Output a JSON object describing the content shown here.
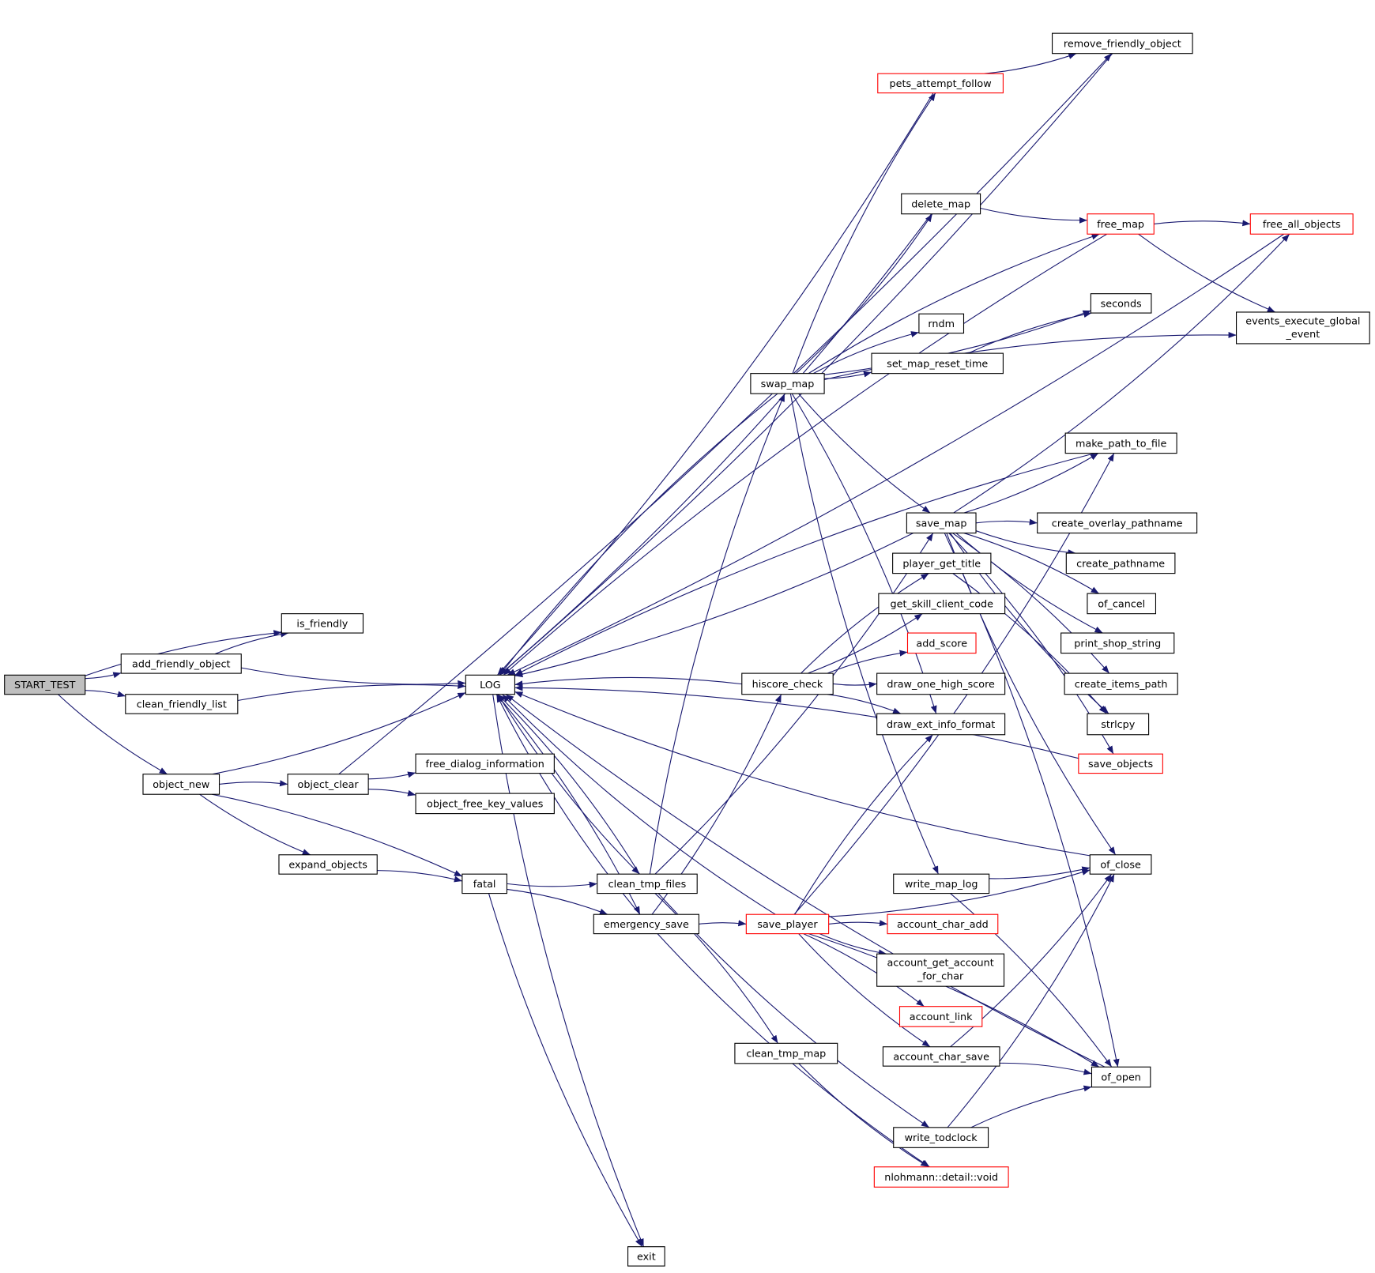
{
  "title": "START_TEST call graph",
  "colors": {
    "edge": "#191970",
    "root_fill": "#bfbfbf",
    "node_border": "#000000",
    "truncated_border": "#ff0000"
  },
  "nodes": [
    {
      "id": "START_TEST",
      "label": "START_TEST",
      "style": "root"
    },
    {
      "id": "is_friendly",
      "label": "is_friendly"
    },
    {
      "id": "add_friendly_object",
      "label": "add_friendly_object"
    },
    {
      "id": "clean_friendly_list",
      "label": "clean_friendly_list"
    },
    {
      "id": "LOG",
      "label": "LOG"
    },
    {
      "id": "object_new",
      "label": "object_new"
    },
    {
      "id": "object_clear",
      "label": "object_clear"
    },
    {
      "id": "free_dialog_information",
      "label": "free_dialog_information"
    },
    {
      "id": "object_free_key_values",
      "label": "object_free_key_values"
    },
    {
      "id": "expand_objects",
      "label": "expand_objects"
    },
    {
      "id": "fatal",
      "label": "fatal"
    },
    {
      "id": "clean_tmp_files",
      "label": "clean_tmp_files"
    },
    {
      "id": "emergency_save",
      "label": "emergency_save"
    },
    {
      "id": "exit",
      "label": "exit"
    },
    {
      "id": "remove_friendly_object",
      "label": "remove_friendly_object"
    },
    {
      "id": "pets_attempt_follow",
      "label": "pets_attempt_follow",
      "style": "red"
    },
    {
      "id": "delete_map",
      "label": "delete_map"
    },
    {
      "id": "free_map",
      "label": "free_map",
      "style": "red"
    },
    {
      "id": "free_all_objects",
      "label": "free_all_objects",
      "style": "red"
    },
    {
      "id": "seconds",
      "label": "seconds"
    },
    {
      "id": "rndm",
      "label": "rndm"
    },
    {
      "id": "events_execute_global_event",
      "label": "events_execute_global",
      "label2": "_event"
    },
    {
      "id": "set_map_reset_time",
      "label": "set_map_reset_time"
    },
    {
      "id": "swap_map",
      "label": "swap_map"
    },
    {
      "id": "make_path_to_file",
      "label": "make_path_to_file"
    },
    {
      "id": "save_map",
      "label": "save_map"
    },
    {
      "id": "create_overlay_pathname",
      "label": "create_overlay_pathname"
    },
    {
      "id": "create_pathname",
      "label": "create_pathname"
    },
    {
      "id": "player_get_title",
      "label": "player_get_title"
    },
    {
      "id": "of_cancel",
      "label": "of_cancel"
    },
    {
      "id": "get_skill_client_code",
      "label": "get_skill_client_code"
    },
    {
      "id": "add_score",
      "label": "add_score",
      "style": "red"
    },
    {
      "id": "print_shop_string",
      "label": "print_shop_string"
    },
    {
      "id": "hiscore_check",
      "label": "hiscore_check"
    },
    {
      "id": "draw_one_high_score",
      "label": "draw_one_high_score"
    },
    {
      "id": "create_items_path",
      "label": "create_items_path"
    },
    {
      "id": "draw_ext_info_format",
      "label": "draw_ext_info_format"
    },
    {
      "id": "strlcpy",
      "label": "strlcpy"
    },
    {
      "id": "save_objects",
      "label": "save_objects",
      "style": "red"
    },
    {
      "id": "of_close",
      "label": "of_close"
    },
    {
      "id": "write_map_log",
      "label": "write_map_log"
    },
    {
      "id": "save_player",
      "label": "save_player",
      "style": "red"
    },
    {
      "id": "account_char_add",
      "label": "account_char_add",
      "style": "red"
    },
    {
      "id": "account_get_account_for_char",
      "label": "account_get_account",
      "label2": "_for_char"
    },
    {
      "id": "account_link",
      "label": "account_link",
      "style": "red"
    },
    {
      "id": "account_char_save",
      "label": "account_char_save"
    },
    {
      "id": "of_open",
      "label": "of_open"
    },
    {
      "id": "clean_tmp_map",
      "label": "clean_tmp_map"
    },
    {
      "id": "write_todclock",
      "label": "write_todclock"
    },
    {
      "id": "nlohmann_detail_void",
      "label": "nlohmann::detail::void",
      "style": "red"
    }
  ],
  "edges": [
    [
      "START_TEST",
      "is_friendly"
    ],
    [
      "START_TEST",
      "add_friendly_object"
    ],
    [
      "START_TEST",
      "clean_friendly_list"
    ],
    [
      "START_TEST",
      "object_new"
    ],
    [
      "add_friendly_object",
      "is_friendly"
    ],
    [
      "add_friendly_object",
      "LOG"
    ],
    [
      "clean_friendly_list",
      "LOG"
    ],
    [
      "object_new",
      "LOG"
    ],
    [
      "object_new",
      "object_clear"
    ],
    [
      "object_new",
      "expand_objects"
    ],
    [
      "object_new",
      "fatal"
    ],
    [
      "object_clear",
      "free_dialog_information"
    ],
    [
      "object_clear",
      "object_free_key_values"
    ],
    [
      "object_clear",
      "remove_friendly_object"
    ],
    [
      "expand_objects",
      "fatal"
    ],
    [
      "fatal",
      "clean_tmp_files"
    ],
    [
      "fatal",
      "emergency_save"
    ],
    [
      "fatal",
      "exit"
    ],
    [
      "remove_friendly_object",
      "LOG"
    ],
    [
      "pets_attempt_follow",
      "remove_friendly_object"
    ],
    [
      "pets_attempt_follow",
      "LOG"
    ],
    [
      "free_map",
      "LOG"
    ],
    [
      "free_map",
      "free_all_objects"
    ],
    [
      "free_map",
      "events_execute_global_event"
    ],
    [
      "free_all_objects",
      "LOG"
    ],
    [
      "delete_map",
      "free_map"
    ],
    [
      "delete_map",
      "LOG"
    ],
    [
      "swap_map",
      "LOG"
    ],
    [
      "swap_map",
      "pets_attempt_follow"
    ],
    [
      "swap_map",
      "delete_map"
    ],
    [
      "swap_map",
      "free_map"
    ],
    [
      "swap_map",
      "seconds"
    ],
    [
      "swap_map",
      "rndm"
    ],
    [
      "swap_map",
      "set_map_reset_time"
    ],
    [
      "swap_map",
      "events_execute_global_event"
    ],
    [
      "swap_map",
      "save_map"
    ],
    [
      "swap_map",
      "draw_ext_info_format"
    ],
    [
      "swap_map",
      "write_map_log"
    ],
    [
      "set_map_reset_time",
      "seconds"
    ],
    [
      "make_path_to_file",
      "LOG"
    ],
    [
      "save_map",
      "LOG"
    ],
    [
      "save_map",
      "make_path_to_file"
    ],
    [
      "save_map",
      "create_overlay_pathname"
    ],
    [
      "save_map",
      "create_pathname"
    ],
    [
      "save_map",
      "of_cancel"
    ],
    [
      "save_map",
      "print_shop_string"
    ],
    [
      "save_map",
      "create_items_path"
    ],
    [
      "save_map",
      "strlcpy"
    ],
    [
      "save_map",
      "save_objects"
    ],
    [
      "save_map",
      "of_close"
    ],
    [
      "save_map",
      "of_open"
    ],
    [
      "save_map",
      "free_all_objects"
    ],
    [
      "player_get_title",
      "strlcpy"
    ],
    [
      "hiscore_check",
      "LOG"
    ],
    [
      "hiscore_check",
      "player_get_title"
    ],
    [
      "hiscore_check",
      "get_skill_client_code"
    ],
    [
      "hiscore_check",
      "add_score"
    ],
    [
      "hiscore_check",
      "draw_one_high_score"
    ],
    [
      "hiscore_check",
      "draw_ext_info_format"
    ],
    [
      "save_objects",
      "LOG"
    ],
    [
      "of_close",
      "LOG"
    ],
    [
      "write_map_log",
      "of_close"
    ],
    [
      "write_map_log",
      "of_open"
    ],
    [
      "clean_tmp_files",
      "LOG"
    ],
    [
      "clean_tmp_files",
      "swap_map"
    ],
    [
      "clean_tmp_files",
      "save_map"
    ],
    [
      "clean_tmp_files",
      "clean_tmp_map"
    ],
    [
      "clean_tmp_files",
      "write_todclock"
    ],
    [
      "emergency_save",
      "LOG"
    ],
    [
      "emergency_save",
      "hiscore_check"
    ],
    [
      "emergency_save",
      "save_player"
    ],
    [
      "emergency_save",
      "nlohmann_detail_void"
    ],
    [
      "save_player",
      "LOG"
    ],
    [
      "save_player",
      "make_path_to_file"
    ],
    [
      "save_player",
      "draw_ext_info_format"
    ],
    [
      "save_player",
      "of_close"
    ],
    [
      "save_player",
      "account_char_add"
    ],
    [
      "save_player",
      "account_get_account_for_char"
    ],
    [
      "save_player",
      "account_link"
    ],
    [
      "save_player",
      "account_char_save"
    ],
    [
      "save_player",
      "of_open"
    ],
    [
      "account_char_save",
      "of_close"
    ],
    [
      "account_char_save",
      "of_open"
    ],
    [
      "write_todclock",
      "of_close"
    ],
    [
      "write_todclock",
      "of_open"
    ],
    [
      "clean_tmp_map",
      "nlohmann_detail_void"
    ],
    [
      "of_open",
      "LOG"
    ],
    [
      "LOG",
      "clean_tmp_files"
    ],
    [
      "LOG",
      "emergency_save"
    ],
    [
      "LOG",
      "exit"
    ]
  ]
}
